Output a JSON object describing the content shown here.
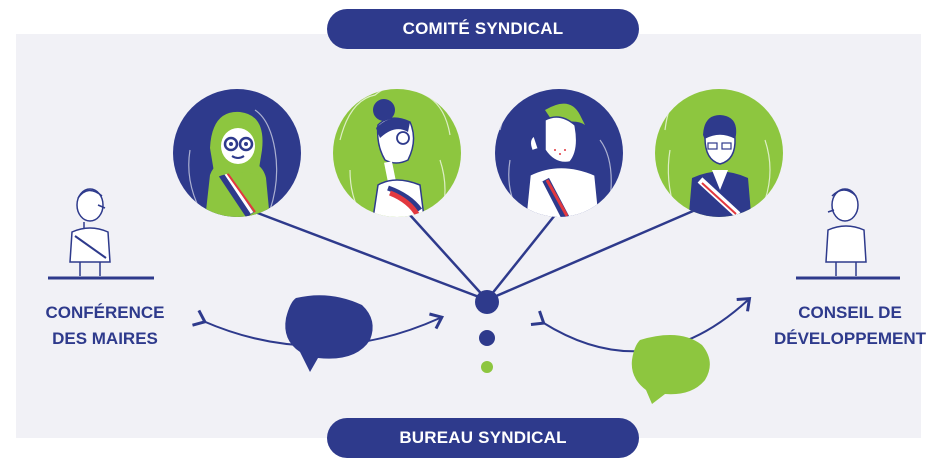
{
  "header": {
    "title": "COMITÉ SYNDICAL"
  },
  "footer": {
    "title": "BUREAU SYNDICAL"
  },
  "left_group": {
    "line1": "CONFÉRENCE",
    "line2": "DES MAIRES"
  },
  "right_group": {
    "line1": "CONSEIL DE",
    "line2": "DÉVELOPPEMENT"
  },
  "colors": {
    "navy": "#2e3a8c",
    "green": "#8dc63f",
    "panel": "#f1f1f6"
  },
  "icons": [
    "portrait-woman-glasses-sash-icon",
    "portrait-woman-bun-sash-icon",
    "portrait-man-beard-sash-icon",
    "portrait-man-suit-sash-icon",
    "standing-person-left-icon",
    "standing-person-right-icon",
    "speech-bubble-navy-icon",
    "speech-bubble-green-icon"
  ]
}
